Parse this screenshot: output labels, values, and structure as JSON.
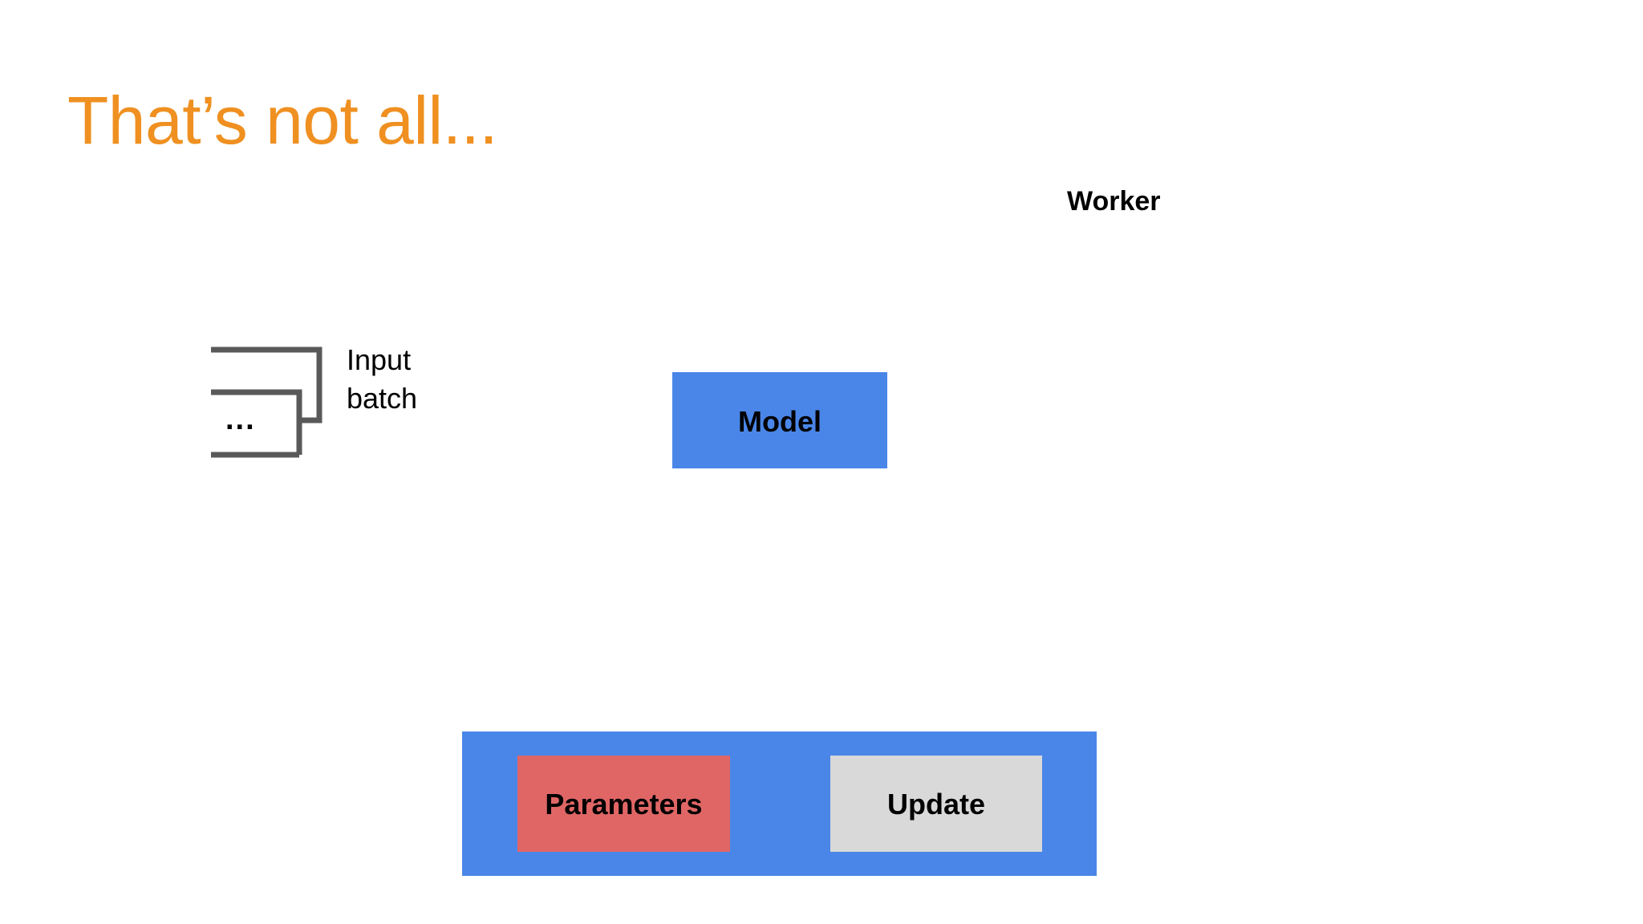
{
  "slide": {
    "title": "That’s not all...",
    "title_color": "#ef9021",
    "background_color": "#ffffff"
  },
  "diagram": {
    "type": "flow-diagram",
    "nodes": [
      {
        "id": "input-batch-stack",
        "label": "...",
        "kind": "data-batch-stack",
        "stroke_color": "#595959"
      },
      {
        "id": "model",
        "label": "Model",
        "kind": "box",
        "fill_color": "#4a86e8",
        "text_color": "#000000"
      },
      {
        "id": "worker-container",
        "label": "",
        "kind": "container",
        "fill_color": "#4a86e8"
      },
      {
        "id": "parameters",
        "label": "Parameters",
        "kind": "box",
        "fill_color": "#e06666",
        "text_color": "#000000"
      },
      {
        "id": "update",
        "label": "Update",
        "kind": "box",
        "fill_color": "#d9d9d9",
        "text_color": "#000000"
      }
    ],
    "annotations": [
      {
        "id": "input-batch-annotation",
        "text": "Input\nbatch",
        "text_color": "#000000"
      },
      {
        "id": "worker-annotation",
        "text": "Worker",
        "text_color": "#000000",
        "has_pointer_arrow": true,
        "points_to": "worker-container"
      }
    ],
    "edges": [
      {
        "id": "edge-batch-to-model",
        "from": "input-batch-stack",
        "to": "model",
        "arrow": true
      },
      {
        "id": "edge-model-to-update",
        "from": "model",
        "to": "update",
        "arrow": true
      },
      {
        "id": "edge-update-to-parameters",
        "from": "update",
        "to": "parameters",
        "arrow": true
      },
      {
        "id": "edge-parameters-to-model",
        "from": "parameters",
        "to": "model",
        "arrow": true
      }
    ],
    "line_color": "#595959",
    "line_width": 7
  }
}
